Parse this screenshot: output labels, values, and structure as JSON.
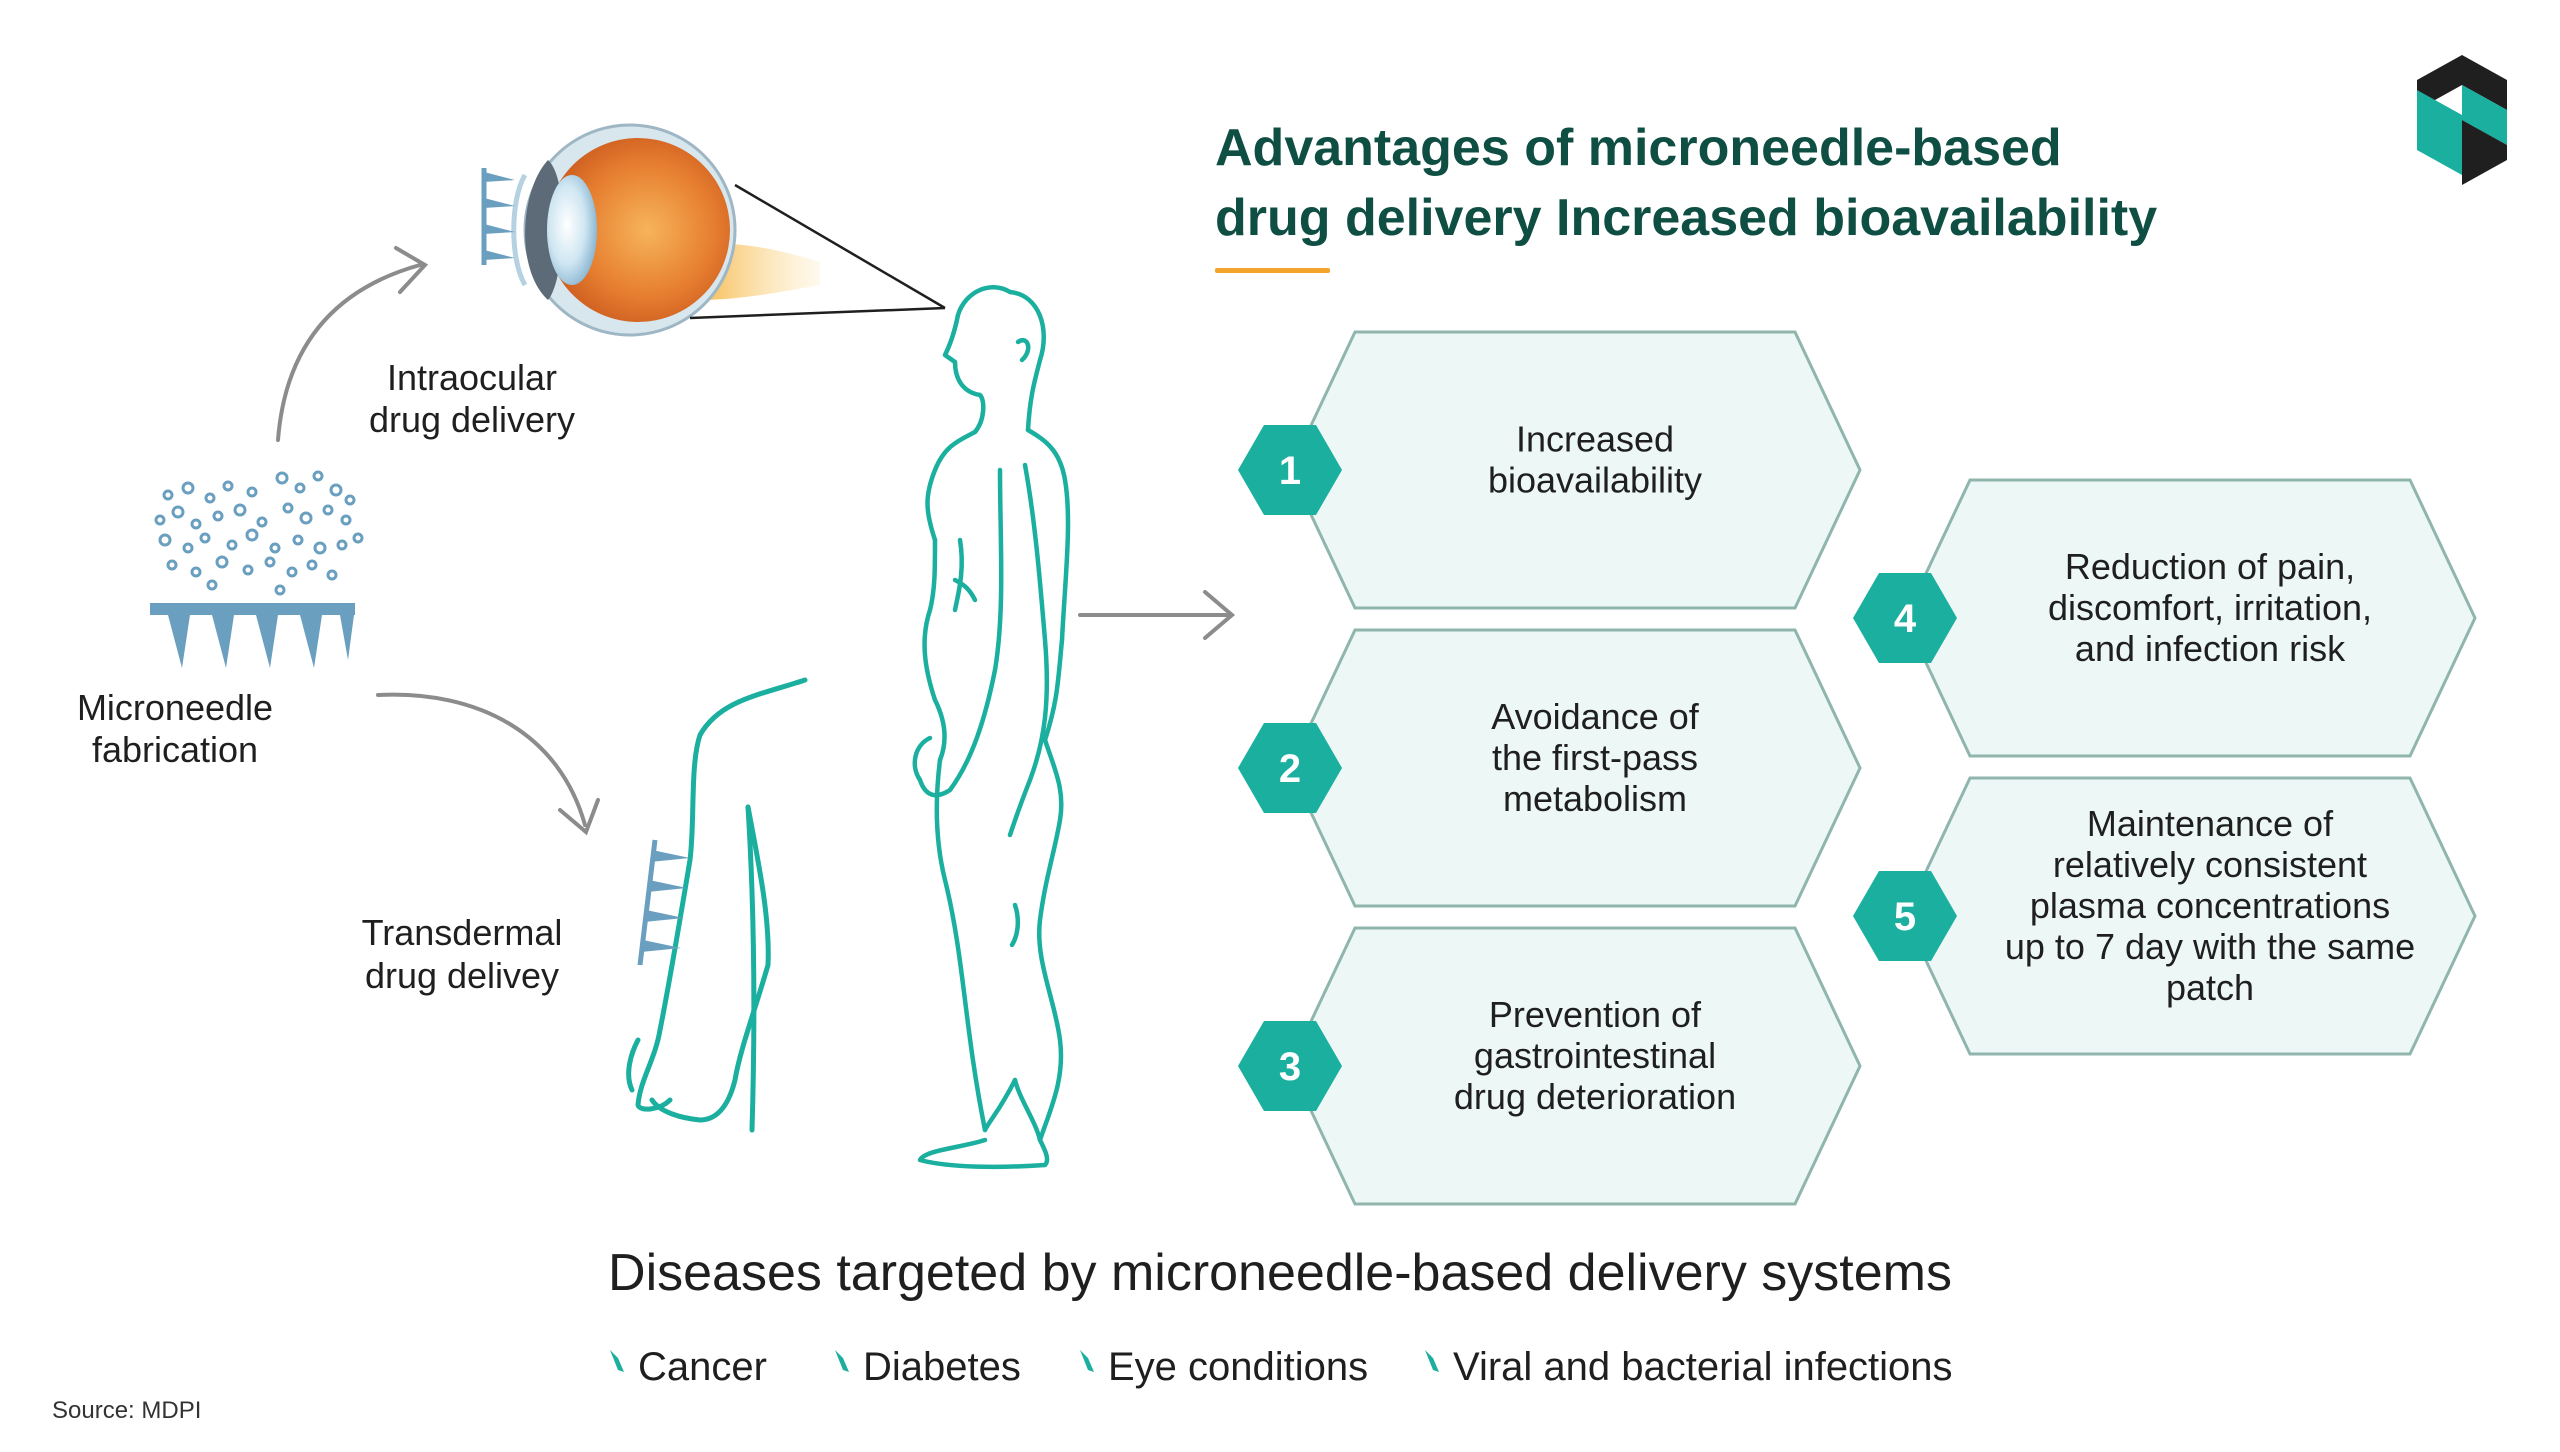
{
  "header": {
    "title_line1": "Advantages of microneedle-based",
    "title_line2": "drug delivery Increased bioavailability"
  },
  "left_panel": {
    "fabrication_line1": "Microneedle",
    "fabrication_line2": "fabrication",
    "intraocular_line1": "Intraocular",
    "intraocular_line2": "drug delivery",
    "transdermal_line1": "Transdermal",
    "transdermal_line2": "drug delivey"
  },
  "advantages": [
    {
      "number": "1",
      "lines": [
        "Increased",
        "bioavailability"
      ]
    },
    {
      "number": "2",
      "lines": [
        "Avoidance of",
        "the first-pass",
        "metabolism"
      ]
    },
    {
      "number": "3",
      "lines": [
        "Prevention of",
        "gastrointestinal",
        "drug deterioration"
      ]
    },
    {
      "number": "4",
      "lines": [
        "Reduction of pain,",
        "discomfort, irritation,",
        "and infection risk"
      ]
    },
    {
      "number": "5",
      "lines": [
        "Maintenance of",
        "relatively consistent",
        "plasma concentrations",
        "up to 7 day with the same",
        "patch"
      ]
    }
  ],
  "diseases": {
    "title": "Diseases targeted by microneedle-based delivery systems",
    "items": [
      "Cancer",
      "Diabetes",
      "Eye conditions",
      "Viral and bacterial infections"
    ]
  },
  "source": "Source: MDPI",
  "colors": {
    "teal": "#1aaf9e",
    "dark_green": "#0f4f43",
    "orange": "#f2a42c",
    "hex_fill": "#edf7f6",
    "hex_stroke": "#8fb5ad",
    "needle_blue": "#6a9fc0",
    "arrow_gray": "#8c8c8c"
  }
}
